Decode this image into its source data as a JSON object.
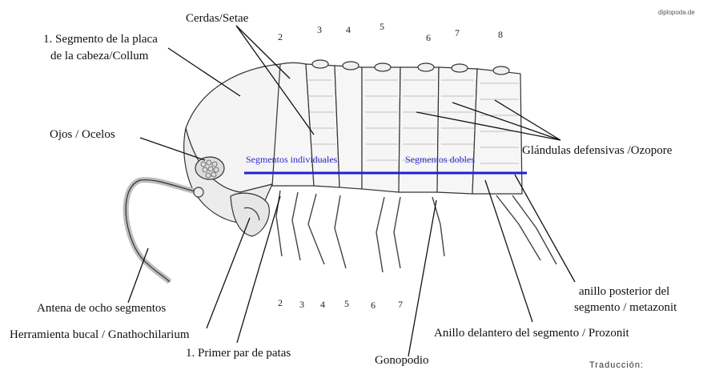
{
  "watermark": "diplopoda.de",
  "labels": {
    "setae": "Cerdas/Setae",
    "collum_line1": "1. Segmento de la placa",
    "collum_line2": "de la cabeza/Collum",
    "eyes": "Ojos / Ocelos",
    "glands": "Glándulas defensivas /Ozopore",
    "antenna": "Antena de ocho segmentos",
    "mouthparts": "Herramienta bucal / Gnathochilarium",
    "first_legs": "1. Primer par de patas",
    "gonopod": "Gonopodio",
    "prozonit": "Anillo delantero del segmento / Prozonit",
    "metazonit_line1": "anillo posterior del",
    "metazonit_line2": "segmento / metazonit",
    "translation": "Traducción:"
  },
  "bands": {
    "individual": "Segmentos individuales",
    "double": "Segmentos dobles",
    "color": "#1f1fd6"
  },
  "segment_numbers_top": [
    "2",
    "3",
    "4",
    "5",
    "6",
    "7",
    "8"
  ],
  "leg_numbers_bottom": [
    "2",
    "3",
    "4",
    "5",
    "6",
    "7"
  ]
}
